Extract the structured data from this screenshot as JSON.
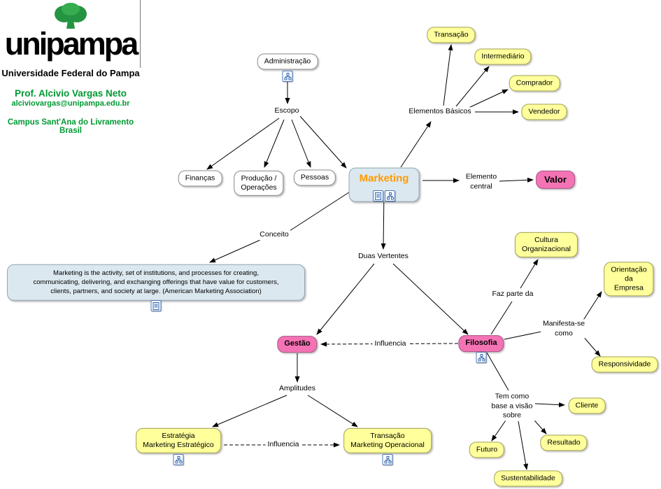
{
  "branding": {
    "logo_text": "unipampa",
    "university": "Universidade Federal do Pampa",
    "professor": "Prof. Alcivio Vargas Neto",
    "email": "alciviovargas@unipampa.edu.br",
    "campus": "Campus Sant'Ana do Livramento",
    "country": "Brasil"
  },
  "colors": {
    "node_yellow": "#FFFF99",
    "node_pink": "#F473B4",
    "node_blue": "#DCE8F0",
    "marketing_text": "#FF9900",
    "branding_green": "#009933",
    "line": "#000000"
  },
  "nodes": {
    "administracao": {
      "label": "Administração"
    },
    "escopo": {
      "label": "Escopo"
    },
    "financas": {
      "label": "Finanças"
    },
    "producao": {
      "label": "Produção /\nOperações"
    },
    "pessoas": {
      "label": "Pessoas"
    },
    "marketing": {
      "label": "Marketing"
    },
    "elementos_basicos": {
      "label": "Elementos Básicos"
    },
    "transacao": {
      "label": "Transação"
    },
    "intermediario": {
      "label": "Intermediário"
    },
    "comprador": {
      "label": "Comprador"
    },
    "vendedor": {
      "label": "Vendedor"
    },
    "elemento_central": {
      "label": "Elemento\ncentral"
    },
    "valor": {
      "label": "Valor"
    },
    "conceito": {
      "label": "Conceito"
    },
    "definicao": {
      "label": "Marketing is the activity, set of institutions, and processes for creating,\ncommunicating, delivering, and exchanging offerings that have value for customers,\nclients, partners, and society at large. (American Marketing Association)"
    },
    "duas_vertentes": {
      "label": "Duas Vertentes"
    },
    "gestao": {
      "label": "Gestão"
    },
    "filosofia": {
      "label": "Filosofia"
    },
    "influencia_1": {
      "label": "Influencia"
    },
    "faz_parte_da": {
      "label": "Faz parte da"
    },
    "cultura": {
      "label": "Cultura\nOrganizacional"
    },
    "manifesta_se": {
      "label": "Manifesta-se\ncomo"
    },
    "orientacao": {
      "label": "Orientação\nda Empresa"
    },
    "responsividade": {
      "label": "Responsividade"
    },
    "tem_como": {
      "label": "Tem como\nbase a visão\nsobre"
    },
    "cliente": {
      "label": "Cliente"
    },
    "resultado": {
      "label": "Resultado"
    },
    "futuro": {
      "label": "Futuro"
    },
    "sustentabilidade": {
      "label": "Sustentabilidade"
    },
    "amplitudes": {
      "label": "Amplitudes"
    },
    "estrategia": {
      "label": "Estratégia\nMarketing Estratégico"
    },
    "operacional": {
      "label": "Transação\nMarketing Operacional"
    },
    "influencia_2": {
      "label": "Influencia"
    }
  },
  "edges": [
    {
      "from": "Administração",
      "to": "Escopo"
    },
    {
      "from": "Escopo",
      "to": "Finanças"
    },
    {
      "from": "Escopo",
      "to": "Produção / Operações"
    },
    {
      "from": "Escopo",
      "to": "Pessoas"
    },
    {
      "from": "Escopo",
      "to": "Marketing"
    },
    {
      "from": "Marketing",
      "to": "Elementos Básicos"
    },
    {
      "from": "Elementos Básicos",
      "to": "Transação"
    },
    {
      "from": "Elementos Básicos",
      "to": "Intermediário"
    },
    {
      "from": "Elementos Básicos",
      "to": "Comprador"
    },
    {
      "from": "Elementos Básicos",
      "to": "Vendedor"
    },
    {
      "from": "Marketing",
      "to": "Valor",
      "label": "Elemento central"
    },
    {
      "from": "Marketing",
      "to": "definição AMA",
      "label": "Conceito"
    },
    {
      "from": "Marketing",
      "to": "Gestão",
      "label": "Duas Vertentes"
    },
    {
      "from": "Marketing",
      "to": "Filosofia",
      "label": "Duas Vertentes"
    },
    {
      "from": "Filosofia",
      "to": "Gestão",
      "label": "Influencia",
      "dashed": true
    },
    {
      "from": "Filosofia",
      "to": "Cultura Organizacional",
      "label": "Faz parte da"
    },
    {
      "from": "Filosofia",
      "to": "Orientação da Empresa",
      "label": "Manifesta-se como"
    },
    {
      "from": "Filosofia",
      "to": "Responsividade",
      "label": "Manifesta-se como"
    },
    {
      "from": "Filosofia",
      "to": "Cliente",
      "label": "Tem como base a visão sobre"
    },
    {
      "from": "Filosofia",
      "to": "Resultado",
      "label": "Tem como base a visão sobre"
    },
    {
      "from": "Filosofia",
      "to": "Futuro",
      "label": "Tem como base a visão sobre"
    },
    {
      "from": "Filosofia",
      "to": "Sustentabilidade",
      "label": "Tem como base a visão sobre"
    },
    {
      "from": "Gestão",
      "to": "Estratégia Marketing Estratégico",
      "label": "Amplitudes"
    },
    {
      "from": "Gestão",
      "to": "Transação Marketing Operacional",
      "label": "Amplitudes"
    },
    {
      "from": "Estratégia Marketing Estratégico",
      "to": "Transação Marketing Operacional",
      "label": "Influencia",
      "dashed": true
    }
  ]
}
